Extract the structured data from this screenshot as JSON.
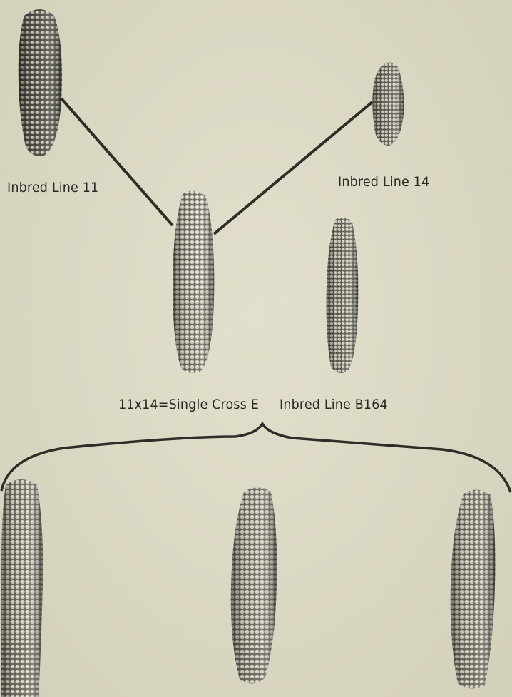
{
  "plate": {
    "labels": {
      "inbred_11": "Inbred Line 11",
      "inbred_14": "Inbred Line 14",
      "single_cross": "11x14=Single Cross E",
      "inbred_b164": "Inbred Line B164"
    },
    "colors": {
      "paper": "#dcd9c5",
      "ink": "#2a2823",
      "kernel_light": "#c9c6b6",
      "kernel_dark": "#5e5b52"
    }
  }
}
